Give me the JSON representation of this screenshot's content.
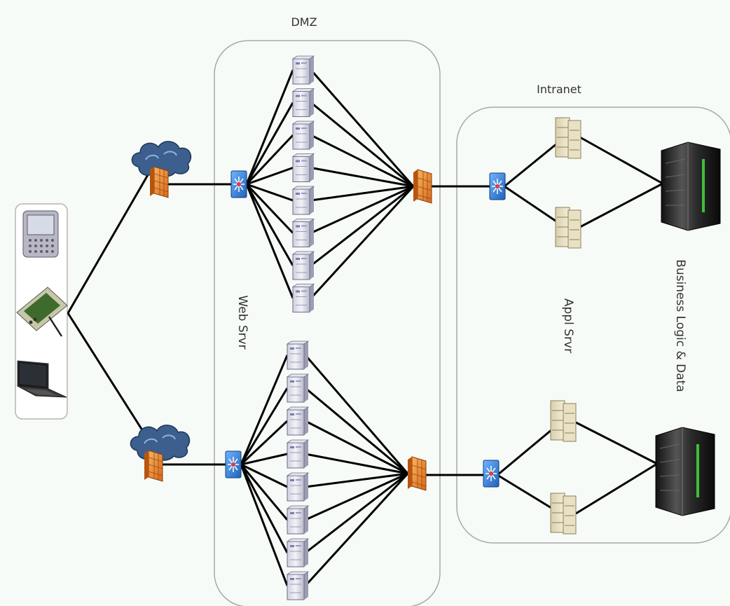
{
  "labels": {
    "dmz": "DMZ",
    "intranet": "Intranet",
    "web_servers": "Web Srvr",
    "app_servers": "Appl Srvr",
    "business": "Business Logic & Data"
  },
  "client_devices": [
    {
      "name": "smartphone-icon"
    },
    {
      "name": "pda-tablet-icon"
    },
    {
      "name": "laptop-icon"
    }
  ],
  "web_server_groups": [
    {
      "group": "top",
      "server_count": 8
    },
    {
      "group": "bottom",
      "server_count": 8
    }
  ],
  "app_server_groups": [
    {
      "group": "top",
      "server_count": 2
    },
    {
      "group": "bottom",
      "server_count": 2
    }
  ],
  "colors": {
    "zone_border": "#999999",
    "link": "#000000",
    "firewall": "#e8872a",
    "switch": "#3a86d6",
    "cloud": "#3d5f8f",
    "mainframe": "#2a2a2a"
  }
}
